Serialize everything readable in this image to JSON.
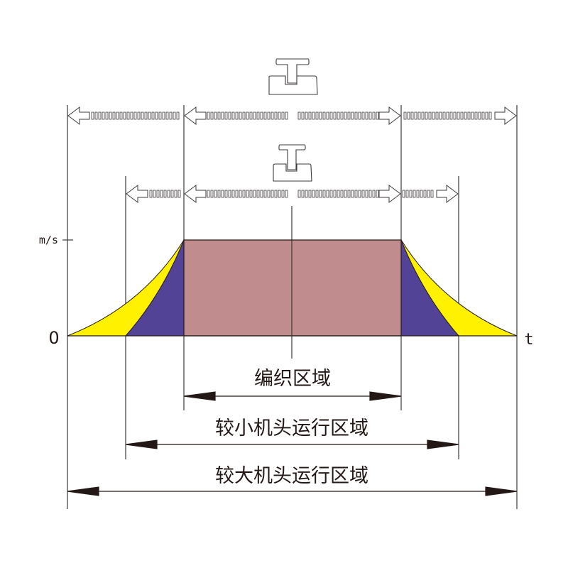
{
  "axis": {
    "y_unit": "m/s",
    "origin": "0",
    "x_label": "t"
  },
  "regions": {
    "knitting": "编织区域",
    "small_head": "较小机头运行区域",
    "large_head": "较大机头运行区域"
  },
  "colors": {
    "accel_large": "#FFF100",
    "accel_small": "#524396",
    "constant": "#C18C8D",
    "line": "#3e3a39"
  },
  "icons": [
    "large-carriage-icon",
    "small-carriage-icon"
  ]
}
